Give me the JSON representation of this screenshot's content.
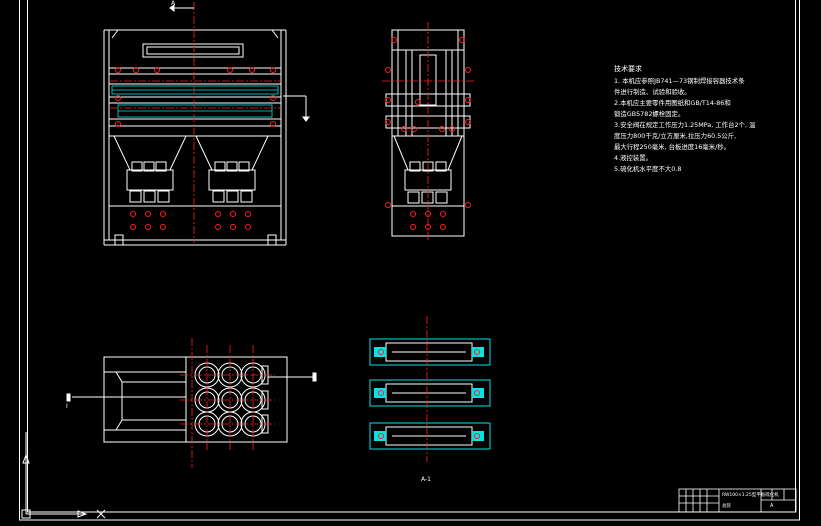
{
  "drawing": {
    "background": "#000000",
    "colors": {
      "line": "#ffffff",
      "center": "#ff1e1e",
      "hidden": "#00e5e5",
      "note": "#ffffff"
    }
  },
  "labels": {
    "marker_a": "A",
    "section_label": "A-1",
    "marker_i": "I"
  },
  "tech_notes": {
    "title": "技术要求",
    "lines": [
      "1. 本机应参照JB741—73钢制焊接容器技术条",
      "件进行制造、试验和验收。",
      "2.本机应主要零件用图纸和GB/T14-86和",
      "锻造GB5782螺栓固定。",
      "3.安全阀在规定工作压力1.25MPa, 工作台2个, 温",
      "度压力800千克/立方厘米,拉压力60.5公斤,",
      "最大行程250毫米, 台板进度16毫米/秒。",
      "4.液控装置。",
      "5.硫化机水平度不大0.8"
    ]
  },
  "title_block": {
    "name": "RW100×1.25型平板硫化机",
    "sub_label": "总装",
    "drawing_no": "A"
  }
}
